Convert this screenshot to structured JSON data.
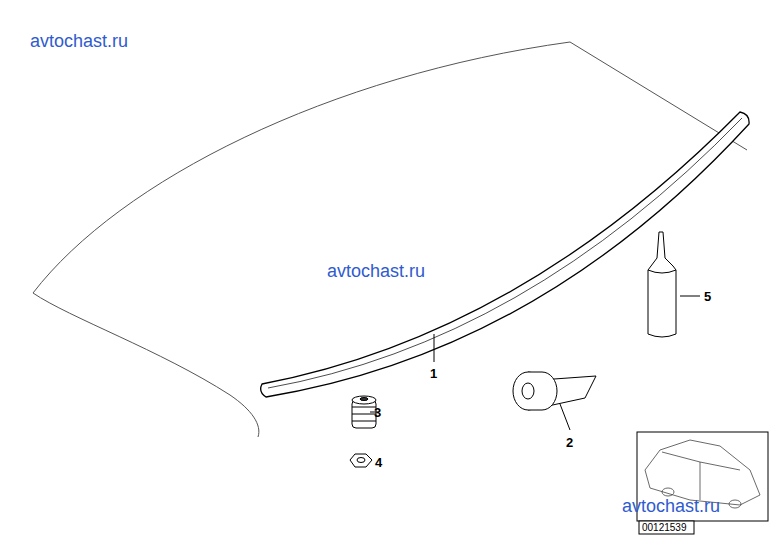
{
  "diagram": {
    "labels": [
      "avtochast.ru",
      "avtochast.ru",
      "5",
      "1",
      "3",
      "2",
      "4",
      "avtochast.ru",
      "00121539"
    ]
  }
}
